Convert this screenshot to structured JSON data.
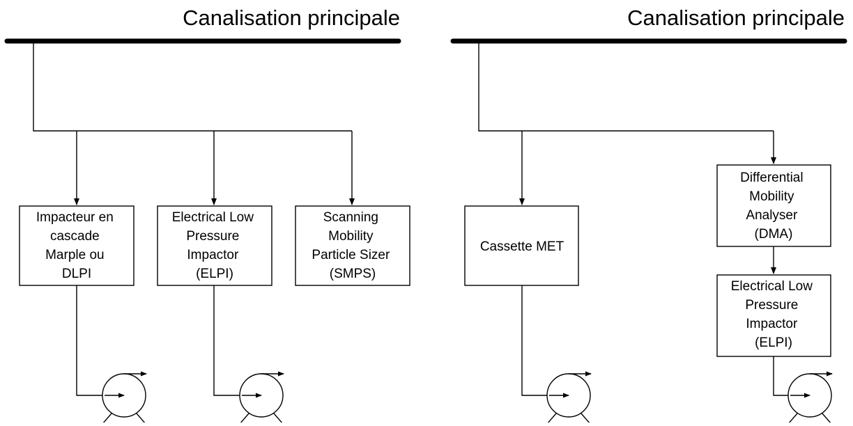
{
  "left": {
    "title": "Canalisation principale",
    "boxes": [
      {
        "lines": [
          "Impacteur en",
          "cascade",
          "Marple ou",
          "DLPI"
        ]
      },
      {
        "lines": [
          "Electrical Low",
          "Pressure",
          "Impactor",
          "(ELPI)"
        ]
      },
      {
        "lines": [
          "Scanning",
          "Mobility",
          "Particle Sizer",
          "(SMPS)"
        ]
      }
    ]
  },
  "right": {
    "title": "Canalisation principale",
    "boxes": [
      {
        "lines": [
          "Cassette MET"
        ]
      },
      {
        "lines": [
          "Differential",
          "Mobility",
          "Analyser",
          "(DMA)"
        ]
      },
      {
        "lines": [
          "Electrical Low",
          "Pressure",
          "Impactor",
          "(ELPI)"
        ]
      }
    ]
  }
}
